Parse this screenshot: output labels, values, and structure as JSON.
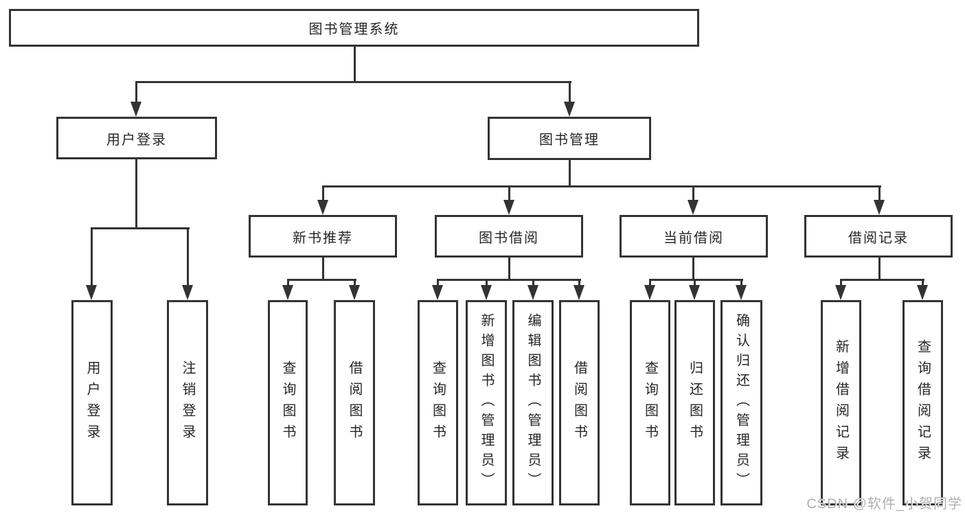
{
  "diagram": {
    "root_label": "图书管理系统",
    "branches": [
      {
        "label": "用户登录",
        "children": [
          {
            "label": "用户登录"
          },
          {
            "label": "注销登录"
          }
        ]
      },
      {
        "label": "图书管理",
        "children": [
          {
            "label": "新书推荐",
            "children": [
              {
                "label": "查询图书"
              },
              {
                "label": "借阅图书"
              }
            ]
          },
          {
            "label": "图书借阅",
            "children": [
              {
                "label": "查询图书"
              },
              {
                "label": "新增图书（管理员）"
              },
              {
                "label": "编辑图书（管理员）"
              },
              {
                "label": "借阅图书"
              }
            ]
          },
          {
            "label": "当前借阅",
            "children": [
              {
                "label": "查询图书"
              },
              {
                "label": "归还图书"
              },
              {
                "label": "确认归还（管理员）"
              }
            ]
          },
          {
            "label": "借阅记录",
            "children": [
              {
                "label": "新增借阅记录"
              },
              {
                "label": "查询借阅记录"
              }
            ]
          }
        ]
      }
    ]
  },
  "watermark": {
    "text": "CSDN @软件_小贺同学"
  },
  "colors": {
    "line": "#333333",
    "text": "#262626",
    "background": "#ffffff",
    "watermark": "#b0b0b0"
  }
}
